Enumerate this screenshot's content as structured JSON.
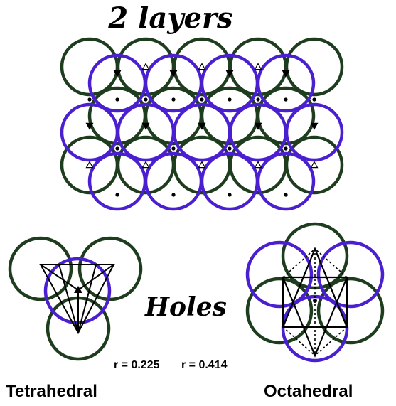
{
  "title": "2 layers",
  "holes_label": "Holes",
  "tetrahedral": {
    "label": "Tetrahedral",
    "radius_ratio": "r = 0.225"
  },
  "octahedral": {
    "label": "Octahedral",
    "radius_ratio": "r = 0.414"
  },
  "colors": {
    "layer_a": "#1e3d1e",
    "layer_b": "#4a1fd0",
    "lines": "#000000"
  }
}
